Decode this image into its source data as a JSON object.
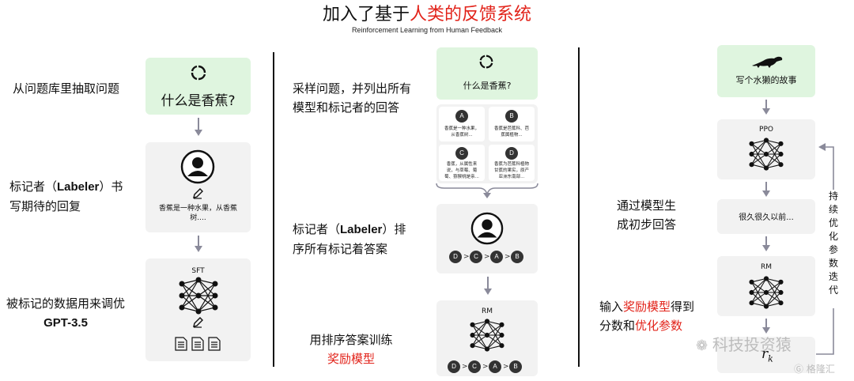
{
  "title_prefix": "加入了基于",
  "title_highlight": "人类的反馈系统",
  "subtitle": "Reinforcement Learning from Human Feedback",
  "step1": {
    "label1": "从问题库里抽取问题",
    "question": "什么是香蕉?",
    "label2a": "标记者（",
    "label2b": "Labeler",
    "label2c": "）书",
    "label2d": "写期待的回复",
    "answer_line1": "香蕉是一种水果，从香蕉",
    "answer_line2": "树....",
    "label3a": "被标记的数据用来调优",
    "label3b": "GPT-3.5",
    "sft": "SFT"
  },
  "step2": {
    "label1a": "采样问题，并列出所有",
    "label1b": "模型和标记者的回答",
    "question": "什么是香蕉?",
    "options": [
      {
        "letter": "A",
        "line1": "香蕉是一种水果，",
        "line2": "从香蕉树..."
      },
      {
        "letter": "B",
        "line1": "香蕉是芭蕉科、芭",
        "line2": "蕉属植物..."
      },
      {
        "letter": "C",
        "line1": "香蕉，从属性来",
        "line2": "说，与草莓、葡",
        "line3": "萄、猕猴桃是亲..."
      },
      {
        "letter": "D",
        "line1": "香蕉为芭蕉科植物",
        "line2": "甘蕉的果实，原产",
        "line3": "亚洲东南部..."
      }
    ],
    "label2a": "标记者（",
    "label2b": "Labeler",
    "label2c": "）排",
    "label2d": "序所有标记着答案",
    "ranking": [
      "D",
      "C",
      "A",
      "B"
    ],
    "gt": ">",
    "label3a": "用排序答案训练",
    "label3b": "奖励模型",
    "rm": "RM"
  },
  "step3": {
    "prompt": "写个水獭的故事",
    "ppo": "PPO",
    "label1a": "通过模型生",
    "label1b": "成初步回答",
    "answer": "很久很久以前...",
    "rm": "RM",
    "label2_pre": "输入",
    "label2_hl": "奖励模型",
    "label2_post": "得到",
    "label2b_pre": "分数和",
    "label2b_hl": "优化参数",
    "reward_symbol": "r",
    "reward_sub": "k",
    "loop_chars": [
      "持",
      "续",
      "优",
      "化",
      "参",
      "数",
      "迭",
      "代"
    ]
  },
  "watermark1": "科技投资猿",
  "watermark2": "格隆汇"
}
